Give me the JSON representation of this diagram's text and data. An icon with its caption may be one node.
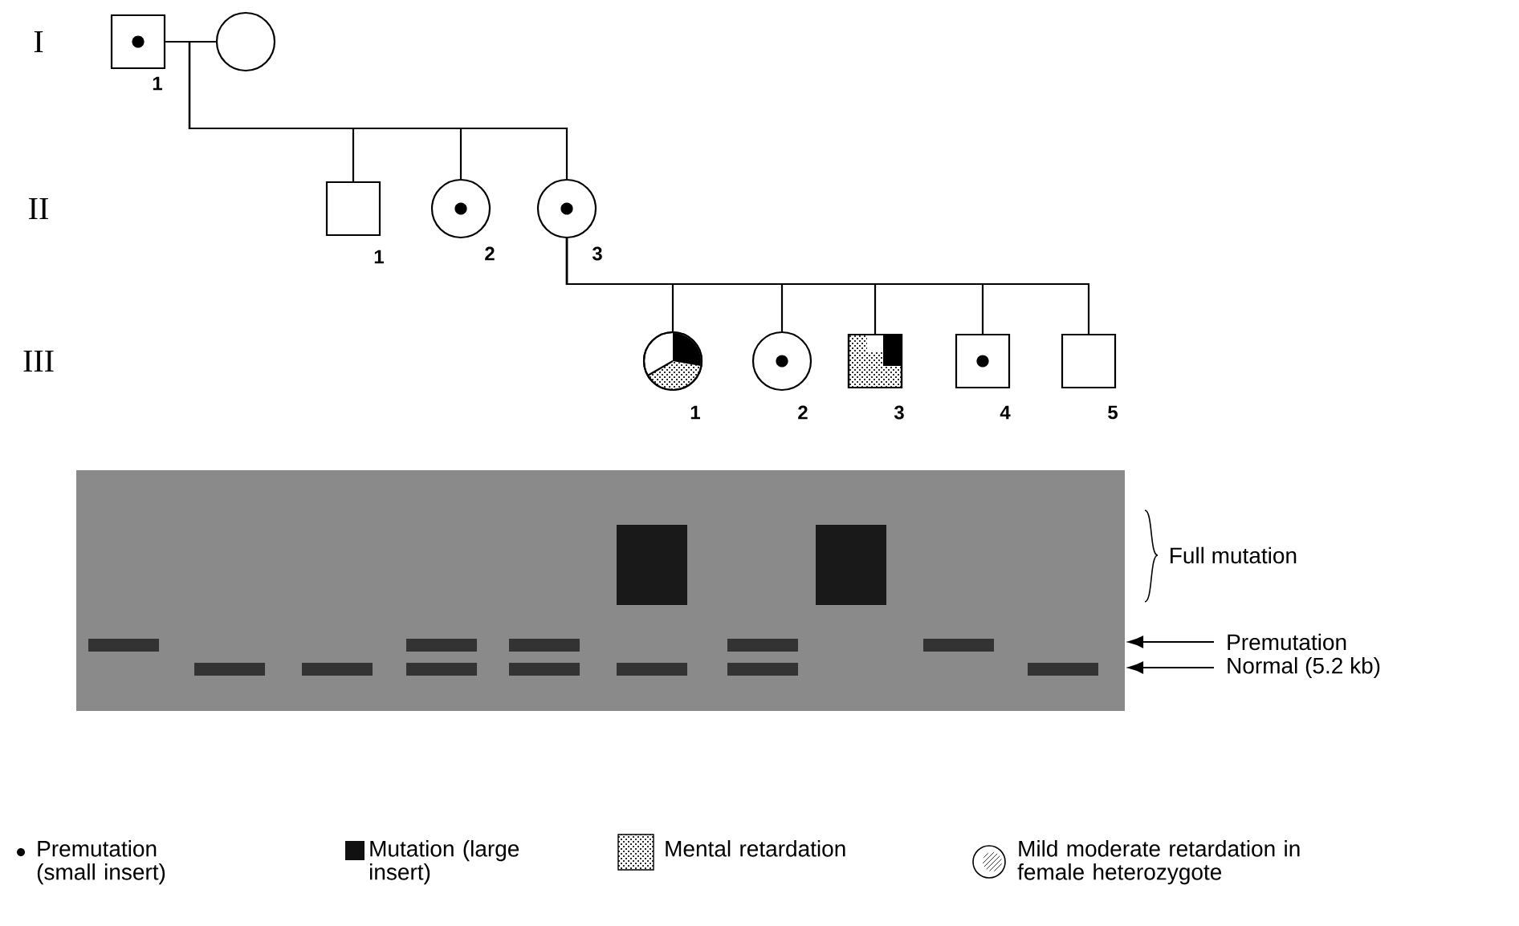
{
  "diagram": {
    "nodes": [
      {
        "text": [],
        "shape": "box",
        "beside": [
          "1"
        ]
      },
      {
        "text": [],
        "shape": "circle"
      },
      {
        "text": [],
        "shape": "box",
        "beside": [
          "1"
        ]
      },
      {
        "text": [],
        "shape": "circle",
        "beside": [
          "2"
        ]
      },
      {
        "text": [],
        "shape": "circle",
        "beside": [
          "3"
        ]
      },
      {
        "text": [],
        "shape": "circle",
        "beside": [
          "1"
        ]
      },
      {
        "text": [],
        "shape": "circle",
        "beside": [
          "2"
        ]
      },
      {
        "text": [],
        "shape": "box",
        "beside": [
          "3"
        ]
      },
      {
        "text": [],
        "shape": "box",
        "beside": [
          "4"
        ]
      },
      {
        "text": [],
        "shape": "box",
        "beside": [
          "5"
        ]
      },
      {
        "text": [],
        "shape": "picture"
      },
      {
        "text": [
          "Premutation"
        ]
      },
      {
        "text": [
          "Normal (5.2 kb)"
        ]
      }
    ],
    "edges": [
      {
        "from": 0,
        "to": 1,
        "arrow": "none"
      },
      {
        "from": 0,
        "to": 2,
        "arrow": "none"
      },
      {
        "from": 0,
        "to": 3,
        "arrow": "none"
      },
      {
        "from": 0,
        "to": 4,
        "arrow": "none"
      },
      {
        "from": 4,
        "to": 5,
        "arrow": "none"
      },
      {
        "from": 4,
        "to": 6,
        "arrow": "none"
      },
      {
        "from": 4,
        "to": 7,
        "arrow": "none"
      },
      {
        "from": 4,
        "to": 8,
        "arrow": "none"
      },
      {
        "from": 4,
        "to": 9,
        "arrow": "none"
      },
      {
        "from": 11,
        "to": 10,
        "arrow": "to"
      },
      {
        "from": 12,
        "to": 10,
        "arrow": "to"
      }
    ],
    "labels": [
      "I",
      "II",
      "III",
      "Full mutation"
    ],
    "legend": [
      {
        "text": "Premutation (small insert)"
      },
      {
        "text": "Mutation (large insert)",
        "color": "#111111"
      },
      {
        "text": "Mental retardation"
      },
      {
        "text": "Mild moderate retardation in female heterozygote"
      }
    ]
  }
}
